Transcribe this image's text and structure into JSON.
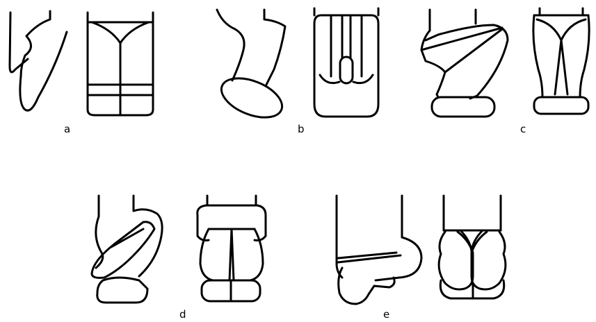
{
  "figure": {
    "panels": [
      {
        "label": "a",
        "views": [
          "side-view",
          "front-view"
        ]
      },
      {
        "label": "b",
        "views": [
          "side-view",
          "front-view"
        ]
      },
      {
        "label": "c",
        "views": [
          "side-view",
          "front-view"
        ]
      },
      {
        "label": "d",
        "views": [
          "side-view",
          "front-view"
        ]
      },
      {
        "label": "e",
        "views": [
          "side-view",
          "front-view"
        ]
      }
    ],
    "colors": {
      "ink": "#000000",
      "background": "#ffffff"
    }
  }
}
